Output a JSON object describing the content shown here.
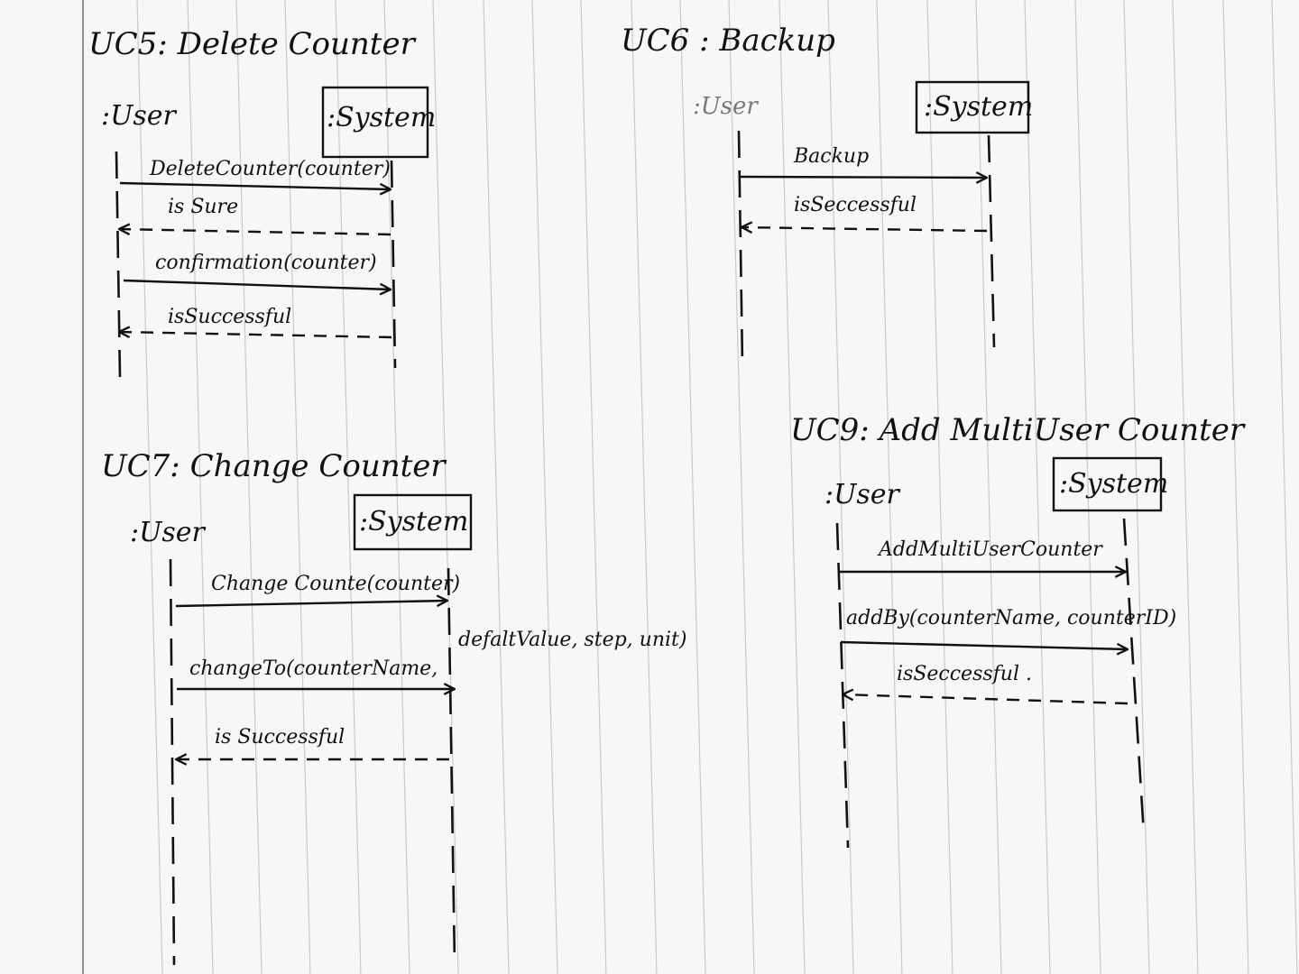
{
  "diagrams": [
    {
      "id": "uc5",
      "title": "UC5:  Delete Counter",
      "user_label": ":User",
      "system_label": ":System",
      "messages": [
        {
          "label": "DeleteCounter(counter)",
          "direction": "to-system",
          "style": "solid"
        },
        {
          "label": "is Sure",
          "direction": "to-user",
          "style": "dashed"
        },
        {
          "label": "confirmation(counter)",
          "direction": "to-system",
          "style": "solid"
        },
        {
          "label": "isSuccessful",
          "direction": "to-user",
          "style": "dashed"
        }
      ]
    },
    {
      "id": "uc6",
      "title": "UC6 :  Backup",
      "user_label": ":User",
      "system_label": ":System",
      "messages": [
        {
          "label": "Backup",
          "direction": "to-system",
          "style": "solid"
        },
        {
          "label": "isSeccessful",
          "direction": "to-user",
          "style": "dashed"
        }
      ]
    },
    {
      "id": "uc7",
      "title": "UC7:  Change Counter",
      "user_label": ":User",
      "system_label": ":System",
      "messages": [
        {
          "label": "Change Counte(counter)",
          "direction": "to-system",
          "style": "solid"
        },
        {
          "label": "changeTo(counterName,",
          "label_cont": "defaltValue,  step,  unit)",
          "direction": "to-system",
          "style": "solid"
        },
        {
          "label": "is Successful",
          "direction": "to-user",
          "style": "dashed"
        }
      ]
    },
    {
      "id": "uc9",
      "title": "UC9:  Add MultiUser Counter",
      "user_label": ":User",
      "system_label": ":System",
      "messages": [
        {
          "label": "AddMultiUserCounter",
          "direction": "to-system",
          "style": "solid"
        },
        {
          "label": "addBy(counterName,  counterID)",
          "direction": "to-system",
          "style": "solid"
        },
        {
          "label": "isSeccessful .",
          "direction": "to-user",
          "style": "dashed"
        }
      ]
    }
  ]
}
